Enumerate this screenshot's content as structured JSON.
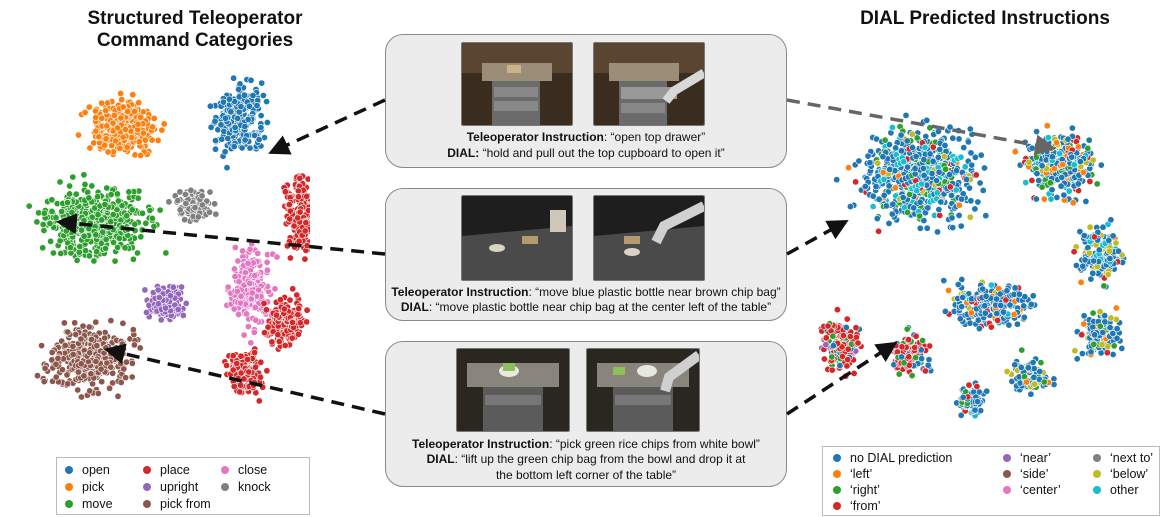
{
  "left_title": "Structured Teleoperator Command Categories",
  "right_title": "DIAL Predicted Instructions",
  "callouts": [
    {
      "teleop_label": "Teleoperator Instruction",
      "teleop_text": ": “open top drawer”",
      "dial_label": "DIAL:",
      "dial_text": " “hold and pull out the top cupboard to open it”"
    },
    {
      "teleop_label": "Teleoperator Instruction",
      "teleop_text": ": “move blue plastic bottle near brown chip bag”",
      "dial_label": "DIAL",
      "dial_text": ": “move plastic bottle near chip bag at the center left of the table”"
    },
    {
      "teleop_label": "Teleoperator Instruction",
      "teleop_text": ": “pick green rice chips from white bowl”",
      "dial_label": "DIAL",
      "dial_text": ": “lift up the green chip bag from the bowl and drop it at the bottom left corner of the table”"
    }
  ],
  "left_legend": [
    {
      "label": "open",
      "color": "#1f77b4"
    },
    {
      "label": "pick",
      "color": "#ff7f0e"
    },
    {
      "label": "move",
      "color": "#2ca02c"
    },
    {
      "label": "place",
      "color": "#d62728"
    },
    {
      "label": "upright",
      "color": "#9467bd"
    },
    {
      "label": "pick from",
      "color": "#8c564b"
    },
    {
      "label": "close",
      "color": "#e377c2"
    },
    {
      "label": "knock",
      "color": "#7f7f7f"
    }
  ],
  "right_legend": [
    {
      "label": "no DIAL prediction",
      "color": "#1f77b4"
    },
    {
      "label": "‘left’",
      "color": "#ff7f0e"
    },
    {
      "label": "‘right’",
      "color": "#2ca02c"
    },
    {
      "label": "‘from’",
      "color": "#d62728"
    },
    {
      "label": "‘near’",
      "color": "#9467bd"
    },
    {
      "label": "‘side’",
      "color": "#8c564b"
    },
    {
      "label": "‘center’",
      "color": "#e377c2"
    },
    {
      "label": "‘next to’",
      "color": "#7f7f7f"
    },
    {
      "label": "‘below’",
      "color": "#bcbd22"
    },
    {
      "label": "other",
      "color": "#17becf"
    }
  ]
}
